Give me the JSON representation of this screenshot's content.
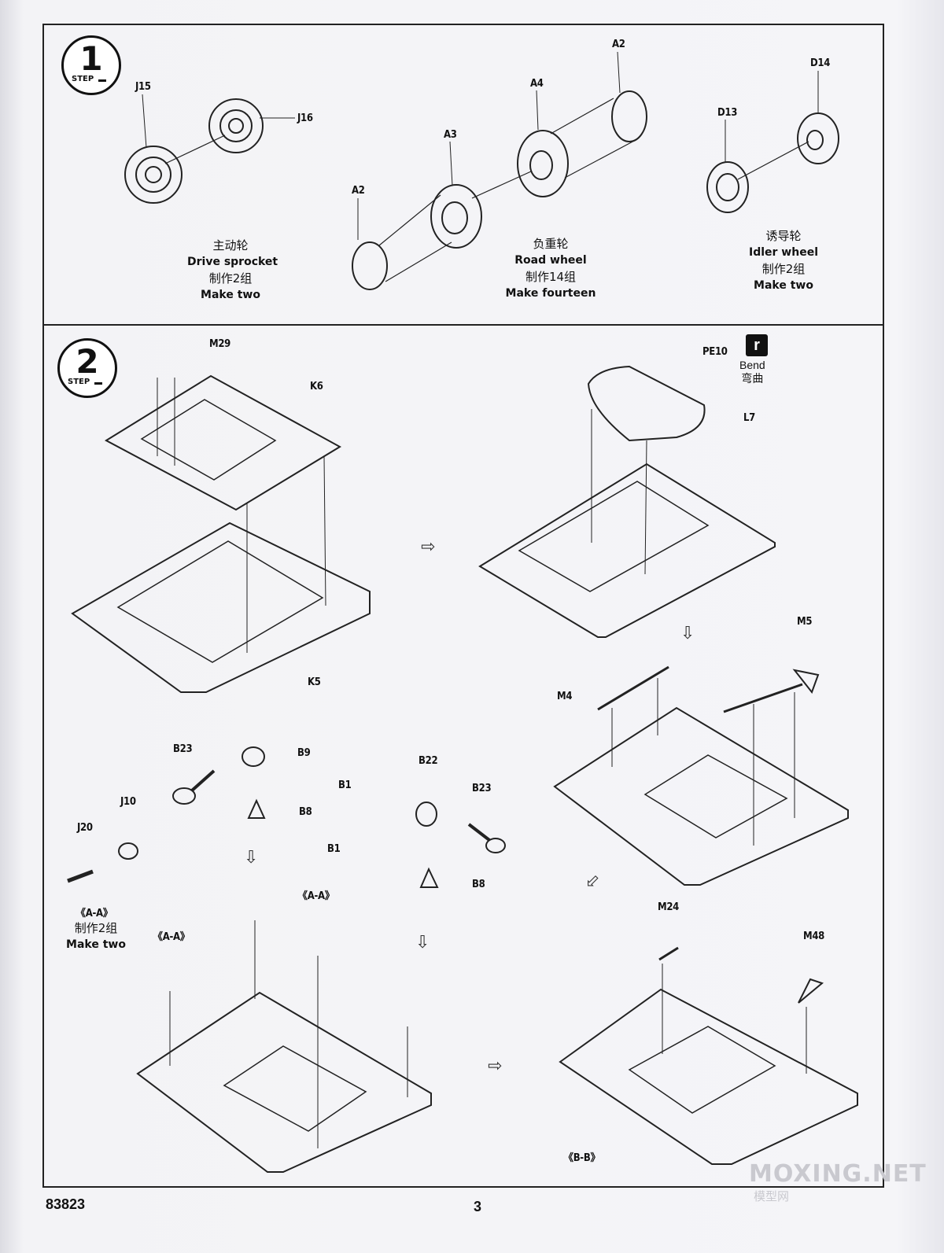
{
  "steps": [
    {
      "number": "1",
      "label": "STEP"
    },
    {
      "number": "2",
      "label": "STEP"
    }
  ],
  "step1": {
    "parts": [
      "J15",
      "J16",
      "A2",
      "A3",
      "A4",
      "A2",
      "D14",
      "D13"
    ],
    "drive": {
      "zh": "主动轮",
      "en": "Drive sprocket",
      "count_zh": "制作2组",
      "count_en": "Make two"
    },
    "road": {
      "zh": "负重轮",
      "en": "Road wheel",
      "count_zh": "制作14组",
      "count_en": "Make fourteen"
    },
    "idler": {
      "zh": "诱导轮",
      "en": "Idler wheel",
      "count_zh": "制作2组",
      "count_en": "Make two"
    }
  },
  "step2": {
    "parts": [
      "M29",
      "K6",
      "K5",
      "PE10",
      "L7",
      "M5",
      "M4",
      "B23",
      "B9",
      "B1",
      "B8",
      "J10",
      "J20",
      "B22",
      "B23",
      "B1",
      "B8",
      "M24",
      "M48"
    ],
    "section_aa": "《A-A》",
    "section_bb": "《B-B》",
    "make_two_zh": "制作2组",
    "make_two_en": "Make two",
    "bend_en": "Bend",
    "bend_zh": "弯曲"
  },
  "footer": {
    "code": "83823",
    "page": "3"
  },
  "watermark": {
    "main": "MOXING.NET",
    "sub": "模型网"
  }
}
